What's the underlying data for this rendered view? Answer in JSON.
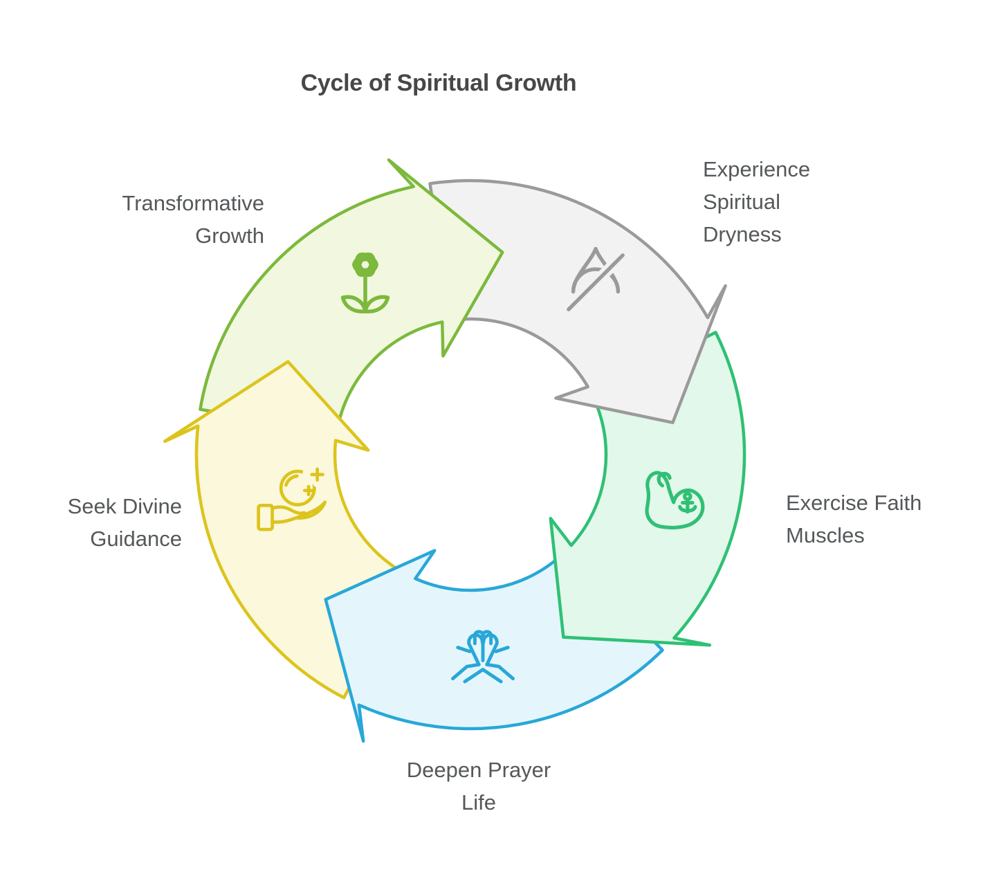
{
  "title": "Cycle of Spiritual Growth",
  "colors": {
    "background": "#ffffff",
    "title": "#474747",
    "label": "#55585a"
  },
  "diagram": {
    "type": "cycle",
    "direction": "clockwise",
    "steps": [
      {
        "id": "experience-spiritual-dryness",
        "label": "Experience\nSpiritual\nDryness",
        "icon": "droplet-off-icon",
        "stroke": "#9a9a9a",
        "fill": "#f2f2f3",
        "tip_angle": 81
      },
      {
        "id": "exercise-faith-muscles",
        "label": "Exercise Faith\nMuscles",
        "icon": "flexed-bicep-anchor-icon",
        "stroke": "#2fc074",
        "fill": "#e2f8eb",
        "tip_angle": 153
      },
      {
        "id": "deepen-prayer-life",
        "label": "Deepen Prayer\nLife",
        "icon": "praying-hands-icon",
        "stroke": "#29a7d8",
        "fill": "#e4f6fc",
        "tip_angle": 225
      },
      {
        "id": "seek-divine-guidance",
        "label": "Seek Divine\nGuidance",
        "icon": "hand-holding-sparkle-icon",
        "stroke": "#dcc41d",
        "fill": "#fcf8dc",
        "tip_angle": 297
      },
      {
        "id": "transformative-growth",
        "label": "Transformative\nGrowth",
        "icon": "flower-icon",
        "stroke": "#7cb93c",
        "fill": "#f1f8df",
        "tip_angle": 9
      }
    ]
  }
}
